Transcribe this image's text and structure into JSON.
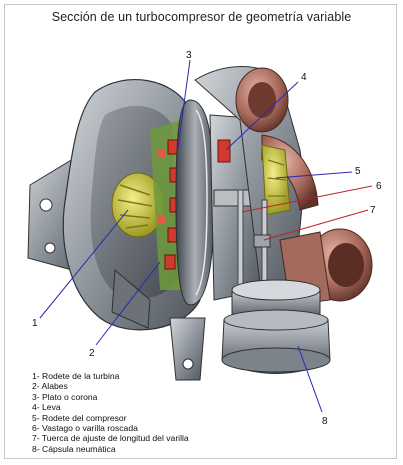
{
  "title": "Sección de un turbocompresor de geometría variable",
  "callouts": [
    "1",
    "2",
    "3",
    "4",
    "5",
    "6",
    "7",
    "8"
  ],
  "legend": [
    "1- Rodete de la turbina",
    "2- Alabes",
    "3- Plato o corona",
    "4- Leva",
    "5- Rodete del compresor",
    "6- Vastago o varilla roscada",
    "7- Tuerca de ajuste de longitud del varilla",
    "8- Cápsula neumática"
  ],
  "colors": {
    "leader_blue": "#2a2ab0",
    "leader_red": "#c0202a",
    "housing": "#8d9399",
    "compressor_copper": "#a0665a",
    "vanes_red": "#d23a30",
    "wheel_yellow": "#c9c23a"
  }
}
